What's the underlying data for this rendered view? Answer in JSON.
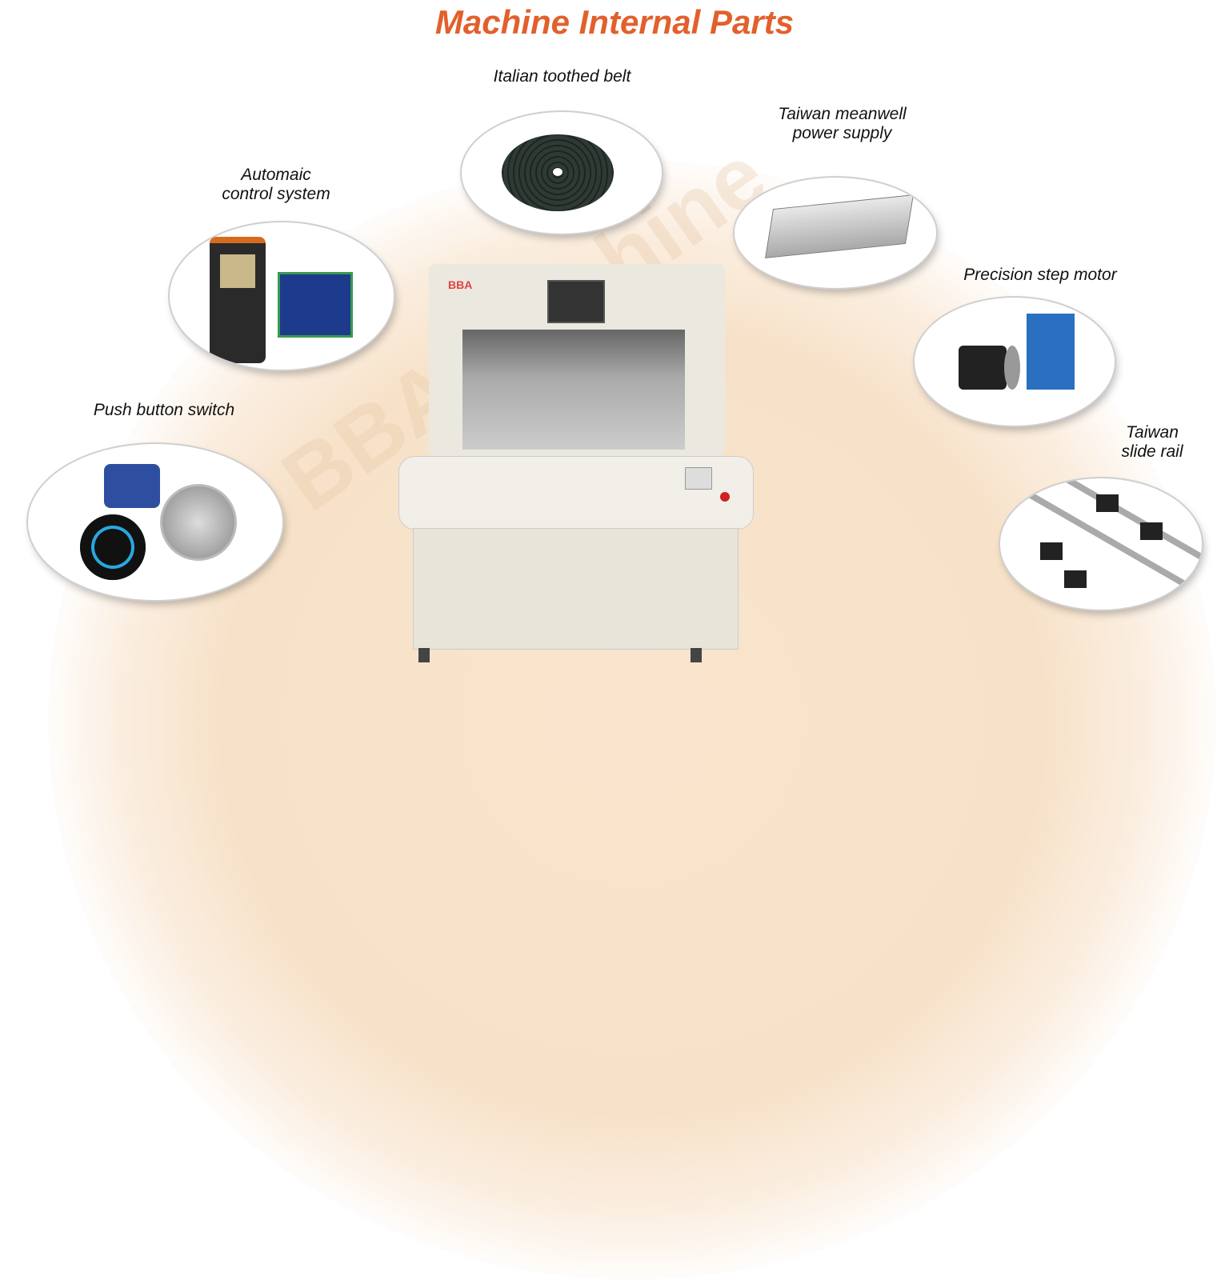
{
  "title": "Machine Internal Parts",
  "parts": [
    {
      "label": "Italian toothed belt"
    },
    {
      "label_line1": "Taiwan meanwell",
      "label_line2": "power supply"
    },
    {
      "label_line1": "Automaic",
      "label_line2": "control system"
    },
    {
      "label": "Precision step motor"
    },
    {
      "label": "Push button switch"
    },
    {
      "label_line1": "Taiwan",
      "label_line2": "slide rail"
    }
  ],
  "machine": {
    "logo": "BBA"
  },
  "watermark": "BBA Machine",
  "colors": {
    "title": "#e2602c",
    "background_arc": "#f8e4cc"
  }
}
